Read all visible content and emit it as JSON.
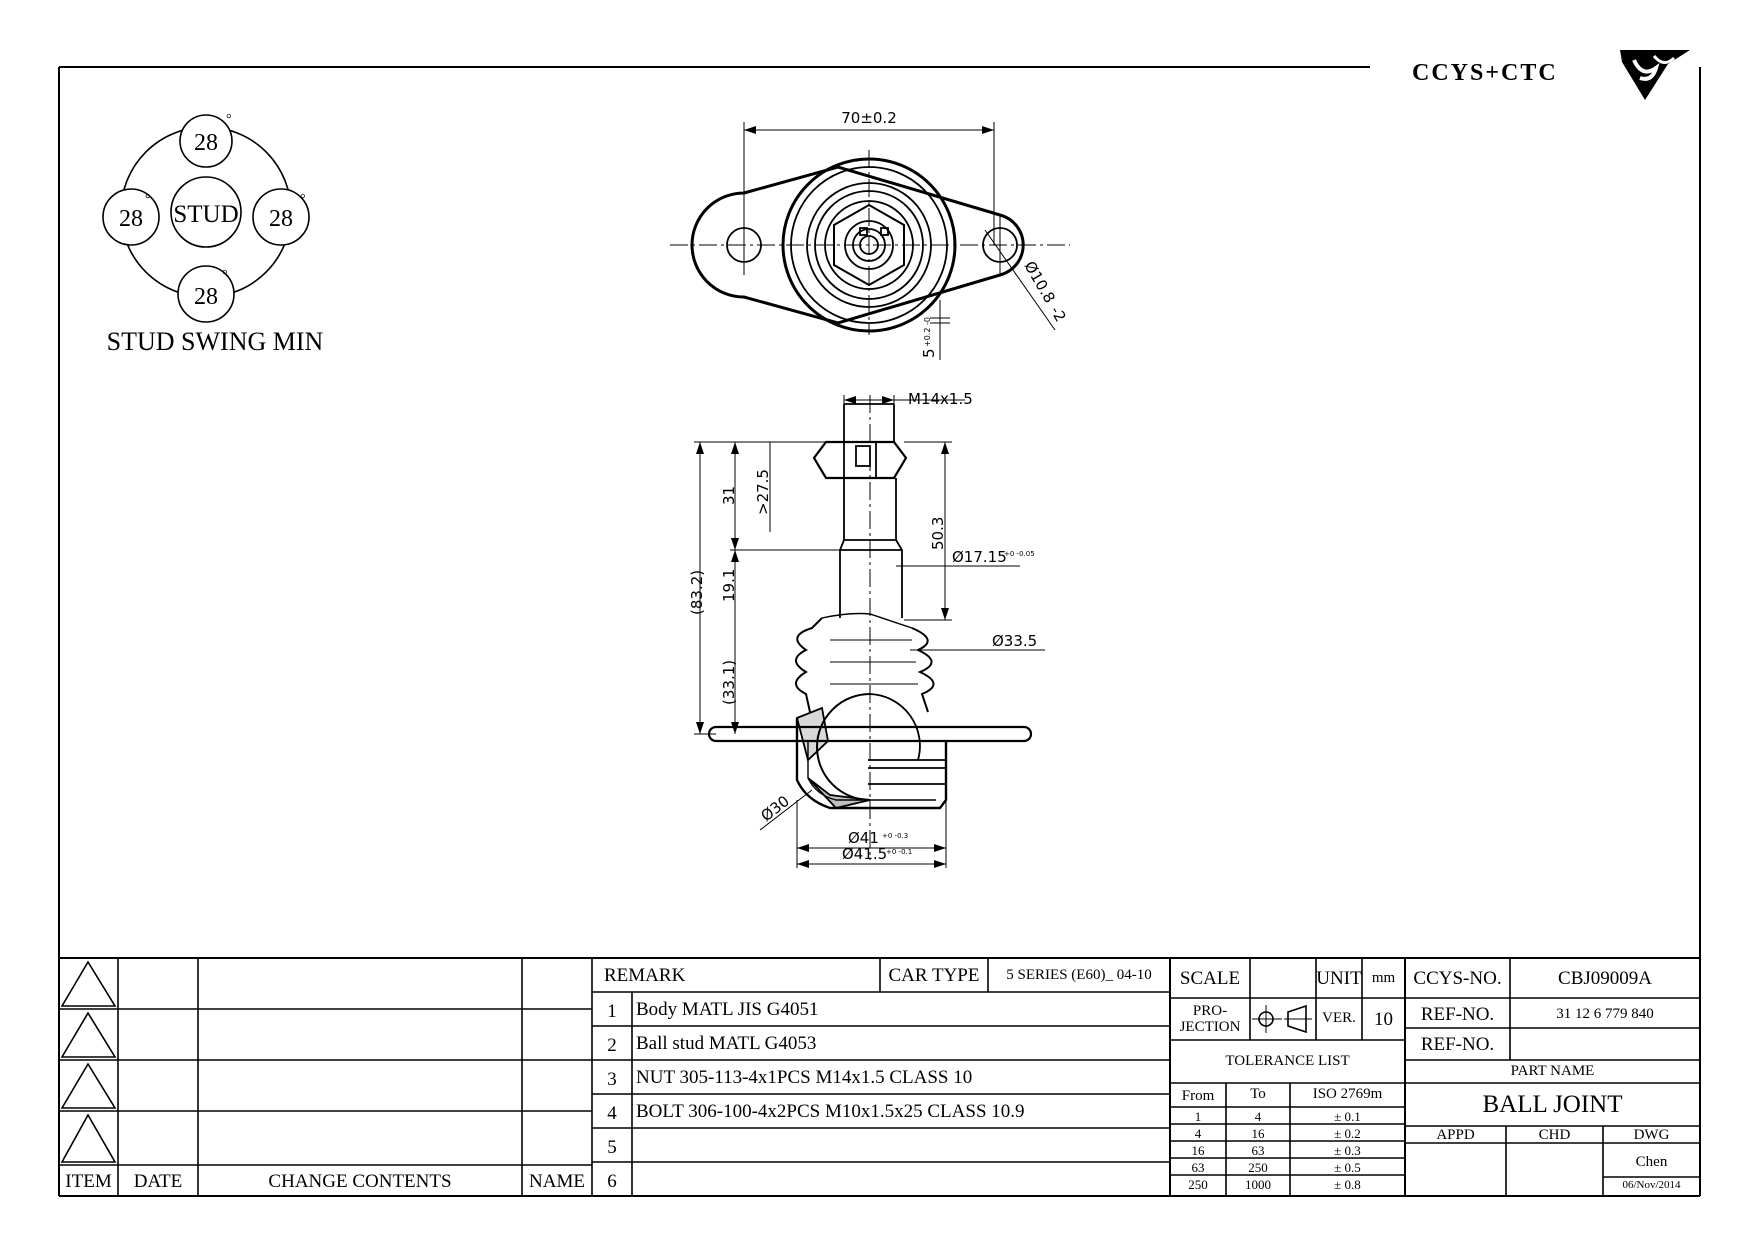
{
  "logo": {
    "text": "CCYS+CTC"
  },
  "swing": {
    "title": "STUD SWING MIN",
    "center": "STUD",
    "angles": [
      "28",
      "28",
      "28",
      "28"
    ],
    "unit": "°"
  },
  "dims": {
    "top_width": "70±0.2",
    "hole": "Ø10.8",
    "hole_tol": "-2",
    "flange_thk": "5",
    "flange_tol": "+0.2 -0",
    "thread": "M14x1.5",
    "d31": "31",
    "d275": ">27.5",
    "d832": "(83.2)",
    "d191": "19.1",
    "d331": "(33.1)",
    "d503": "50.3",
    "d1715": "Ø17.15",
    "d1715_tol": "+0 -0.05",
    "d335": "Ø33.5",
    "d30": "Ø30",
    "d41": "Ø41",
    "d41_tol": "+0 -0.3",
    "d415": "Ø41.5",
    "d415_tol": "+0 -0.1"
  },
  "revisions": {
    "headers": [
      "ITEM",
      "DATE",
      "CHANGE CONTENTS",
      "NAME"
    ]
  },
  "remarks": {
    "header": "REMARK",
    "car_type_label": "CAR TYPE",
    "car_type": "5 SERIES (E60)_ 04-10",
    "rows": [
      {
        "num": "1",
        "text": "Body MATL JIS G4051"
      },
      {
        "num": "2",
        "text": "Ball stud MATL G4053"
      },
      {
        "num": "3",
        "text": "NUT 305-113-4x1PCS M14x1.5 CLASS 10"
      },
      {
        "num": "4",
        "text": "BOLT 306-100-4x2PCS M10x1.5x25 CLASS 10.9"
      },
      {
        "num": "5",
        "text": ""
      },
      {
        "num": "6",
        "text": ""
      }
    ]
  },
  "spec": {
    "scale_label": "SCALE",
    "scale": "",
    "unit_label": "UNIT",
    "unit": "mm",
    "projection_label": "PRO-\nJECTION",
    "projection_l1": "PRO-",
    "projection_l2": "JECTION",
    "ver_label": "VER.",
    "ver": "10",
    "tolerance_title": "TOLERANCE LIST",
    "tol_headers": [
      "From",
      "To",
      "ISO 2769m"
    ],
    "tol_rows": [
      [
        "1",
        "4",
        "± 0.1"
      ],
      [
        "4",
        "16",
        "± 0.2"
      ],
      [
        "16",
        "63",
        "± 0.3"
      ],
      [
        "63",
        "250",
        "± 0.5"
      ],
      [
        "250",
        "1000",
        "± 0.8"
      ]
    ]
  },
  "info": {
    "ccys_label": "CCYS-NO.",
    "ccys_no": "CBJ09009A",
    "ref_label": "REF-NO.",
    "ref_no": "31 12 6 779 840",
    "ref2_label": "REF-NO.",
    "ref2_no": "",
    "part_name_label": "PART NAME",
    "part_name": "BALL JOINT",
    "appd_label": "APPD",
    "chd_label": "CHD",
    "dwg_label": "DWG",
    "dwg_by": "Chen",
    "date": "06/Nov/2014"
  }
}
